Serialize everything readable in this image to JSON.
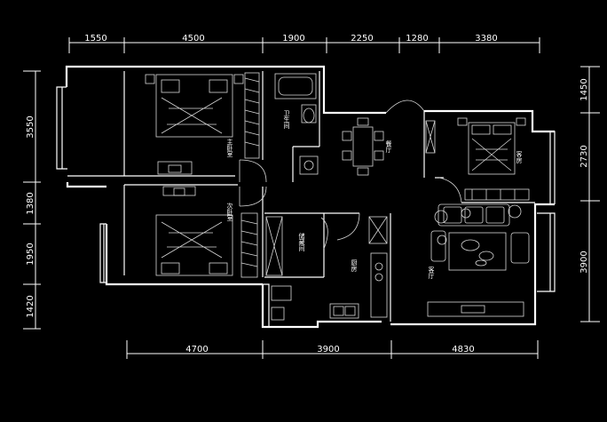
{
  "dimensions": {
    "top": [
      "1550",
      "4500",
      "1900",
      "2250",
      "1280",
      "3380"
    ],
    "bottom": [
      "4700",
      "3900",
      "4830"
    ],
    "left": [
      "3550",
      "1380",
      "1950",
      "1420"
    ],
    "right": [
      "1450",
      "2730",
      "3900"
    ]
  },
  "rooms": {
    "master_bedroom": "主卧室",
    "bathroom": "卫生间",
    "dining": "餐厅",
    "guest_room": "客房",
    "second_bedroom": "次卧室",
    "storage": "储藏间",
    "kitchen": "厨房",
    "living": "客厅"
  },
  "colors": {
    "background": "#000000",
    "line": "#ffffff"
  }
}
